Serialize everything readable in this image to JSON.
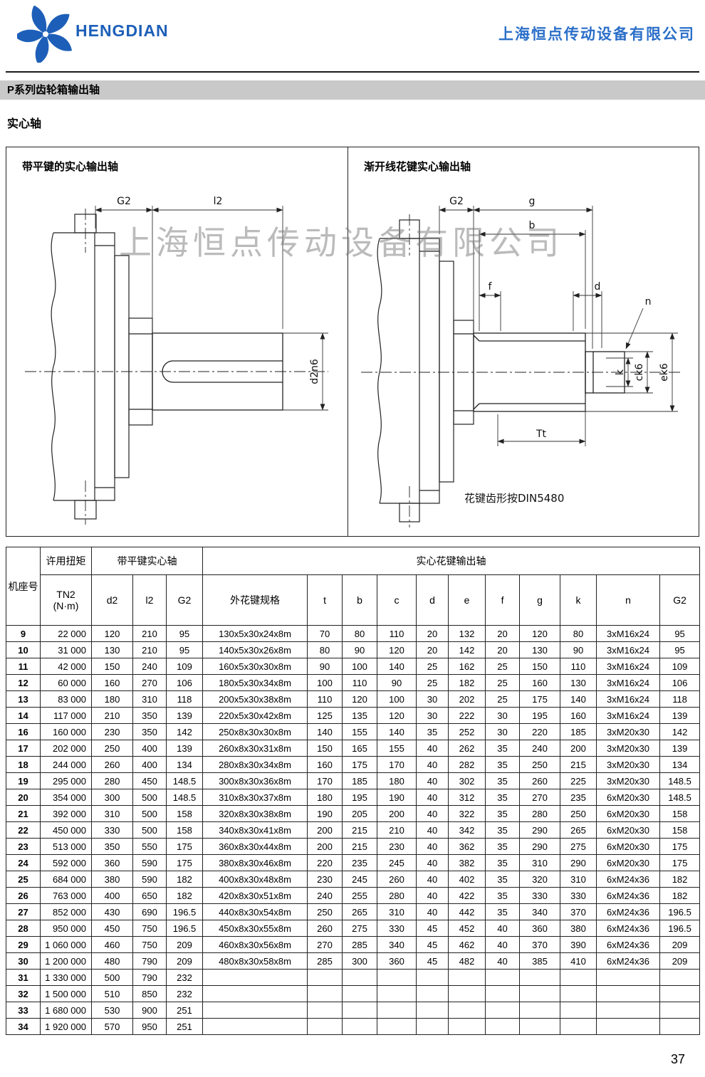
{
  "header": {
    "brand": "HENGDIAN",
    "company": "上海恒点传动设备有限公司"
  },
  "titles": {
    "section": "P系列齿轮箱输出轴",
    "subsection": "实心轴"
  },
  "drawings": {
    "watermark": "上海恒点传动设备有限公司",
    "left": {
      "title": "带平键的实心输出轴",
      "dim_g2": "G2",
      "dim_l2": "l2",
      "dim_d2n6": "d2n6"
    },
    "right": {
      "title": "渐开线花键实心输出轴",
      "dim_g2": "G2",
      "dim_g": "g",
      "dim_b": "b",
      "dim_f": "f",
      "dim_d": "d",
      "dim_n": "n",
      "dim_k": "k",
      "dim_ck6": "ck6",
      "dim_ek6": "ek6",
      "dim_tt": "Tt",
      "note": "花键齿形按DIN5480"
    }
  },
  "table": {
    "headers": {
      "frame": "机座号",
      "torque_group": "许用扭矩",
      "torque_line1": "TN2",
      "torque_line2": "(N·m)",
      "flat_key_group": "带平键实心轴",
      "spline_group": "实心花键输出轴",
      "d2": "d2",
      "l2": "l2",
      "g2a": "G2",
      "spline_spec": "外花键规格",
      "t": "t",
      "b": "b",
      "c": "c",
      "d": "d",
      "e": "e",
      "f": "f",
      "g": "g",
      "k": "k",
      "n": "n",
      "g2b": "G2"
    },
    "rows": [
      [
        "9",
        "22 000",
        "120",
        "210",
        "95",
        "130x5x30x24x8m",
        "70",
        "80",
        "110",
        "20",
        "132",
        "20",
        "120",
        "80",
        "3xM16x24",
        "95"
      ],
      [
        "10",
        "31 000",
        "130",
        "210",
        "95",
        "140x5x30x26x8m",
        "80",
        "90",
        "120",
        "20",
        "142",
        "20",
        "130",
        "90",
        "3xM16x24",
        "95"
      ],
      [
        "11",
        "42 000",
        "150",
        "240",
        "109",
        "160x5x30x30x8m",
        "90",
        "100",
        "140",
        "25",
        "162",
        "25",
        "150",
        "110",
        "3xM16x24",
        "109"
      ],
      [
        "12",
        "60 000",
        "160",
        "270",
        "106",
        "180x5x30x34x8m",
        "100",
        "110",
        "90",
        "25",
        "182",
        "25",
        "160",
        "130",
        "3xM16x24",
        "106"
      ],
      [
        "13",
        "83 000",
        "180",
        "310",
        "118",
        "200x5x30x38x8m",
        "110",
        "120",
        "100",
        "30",
        "202",
        "25",
        "175",
        "140",
        "3xM16x24",
        "118"
      ],
      [
        "14",
        "117 000",
        "210",
        "350",
        "139",
        "220x5x30x42x8m",
        "125",
        "135",
        "120",
        "30",
        "222",
        "30",
        "195",
        "160",
        "3xM16x24",
        "139"
      ],
      [
        "16",
        "160 000",
        "230",
        "350",
        "142",
        "250x8x30x30x8m",
        "140",
        "155",
        "140",
        "35",
        "252",
        "30",
        "220",
        "185",
        "3xM20x30",
        "142"
      ],
      [
        "17",
        "202 000",
        "250",
        "400",
        "139",
        "260x8x30x31x8m",
        "150",
        "165",
        "155",
        "40",
        "262",
        "35",
        "240",
        "200",
        "3xM20x30",
        "139"
      ],
      [
        "18",
        "244 000",
        "260",
        "400",
        "134",
        "280x8x30x34x8m",
        "160",
        "175",
        "170",
        "40",
        "282",
        "35",
        "250",
        "215",
        "3xM20x30",
        "134"
      ],
      [
        "19",
        "295 000",
        "280",
        "450",
        "148.5",
        "300x8x30x36x8m",
        "170",
        "185",
        "180",
        "40",
        "302",
        "35",
        "260",
        "225",
        "3xM20x30",
        "148.5"
      ],
      [
        "20",
        "354 000",
        "300",
        "500",
        "148.5",
        "310x8x30x37x8m",
        "180",
        "195",
        "190",
        "40",
        "312",
        "35",
        "270",
        "235",
        "6xM20x30",
        "148.5"
      ],
      [
        "21",
        "392 000",
        "310",
        "500",
        "158",
        "320x8x30x38x8m",
        "190",
        "205",
        "200",
        "40",
        "322",
        "35",
        "280",
        "250",
        "6xM20x30",
        "158"
      ],
      [
        "22",
        "450 000",
        "330",
        "500",
        "158",
        "340x8x30x41x8m",
        "200",
        "215",
        "210",
        "40",
        "342",
        "35",
        "290",
        "265",
        "6xM20x30",
        "158"
      ],
      [
        "23",
        "513 000",
        "350",
        "550",
        "175",
        "360x8x30x44x8m",
        "200",
        "215",
        "230",
        "40",
        "362",
        "35",
        "290",
        "275",
        "6xM20x30",
        "175"
      ],
      [
        "24",
        "592 000",
        "360",
        "590",
        "175",
        "380x8x30x46x8m",
        "220",
        "235",
        "245",
        "40",
        "382",
        "35",
        "310",
        "290",
        "6xM20x30",
        "175"
      ],
      [
        "25",
        "684 000",
        "380",
        "590",
        "182",
        "400x8x30x48x8m",
        "230",
        "245",
        "260",
        "40",
        "402",
        "35",
        "320",
        "310",
        "6xM24x36",
        "182"
      ],
      [
        "26",
        "763 000",
        "400",
        "650",
        "182",
        "420x8x30x51x8m",
        "240",
        "255",
        "280",
        "40",
        "422",
        "35",
        "330",
        "330",
        "6xM24x36",
        "182"
      ],
      [
        "27",
        "852 000",
        "430",
        "690",
        "196.5",
        "440x8x30x54x8m",
        "250",
        "265",
        "310",
        "40",
        "442",
        "35",
        "340",
        "370",
        "6xM24x36",
        "196.5"
      ],
      [
        "28",
        "950 000",
        "450",
        "750",
        "196.5",
        "450x8x30x55x8m",
        "260",
        "275",
        "330",
        "45",
        "452",
        "40",
        "360",
        "380",
        "6xM24x36",
        "196.5"
      ],
      [
        "29",
        "1 060 000",
        "460",
        "750",
        "209",
        "460x8x30x56x8m",
        "270",
        "285",
        "340",
        "45",
        "462",
        "40",
        "370",
        "390",
        "6xM24x36",
        "209"
      ],
      [
        "30",
        "1 200 000",
        "480",
        "790",
        "209",
        "480x8x30x58x8m",
        "285",
        "300",
        "360",
        "45",
        "482",
        "40",
        "385",
        "410",
        "6xM24x36",
        "209"
      ],
      [
        "31",
        "1 330 000",
        "500",
        "790",
        "232",
        "",
        "",
        "",
        "",
        "",
        "",
        "",
        "",
        "",
        "",
        ""
      ],
      [
        "32",
        "1 500 000",
        "510",
        "850",
        "232",
        "",
        "",
        "",
        "",
        "",
        "",
        "",
        "",
        "",
        "",
        ""
      ],
      [
        "33",
        "1 680 000",
        "530",
        "900",
        "251",
        "",
        "",
        "",
        "",
        "",
        "",
        "",
        "",
        "",
        "",
        ""
      ],
      [
        "34",
        "1 920 000",
        "570",
        "950",
        "251",
        "",
        "",
        "",
        "",
        "",
        "",
        "",
        "",
        "",
        "",
        ""
      ]
    ]
  },
  "footer": {
    "page_number": "37"
  }
}
